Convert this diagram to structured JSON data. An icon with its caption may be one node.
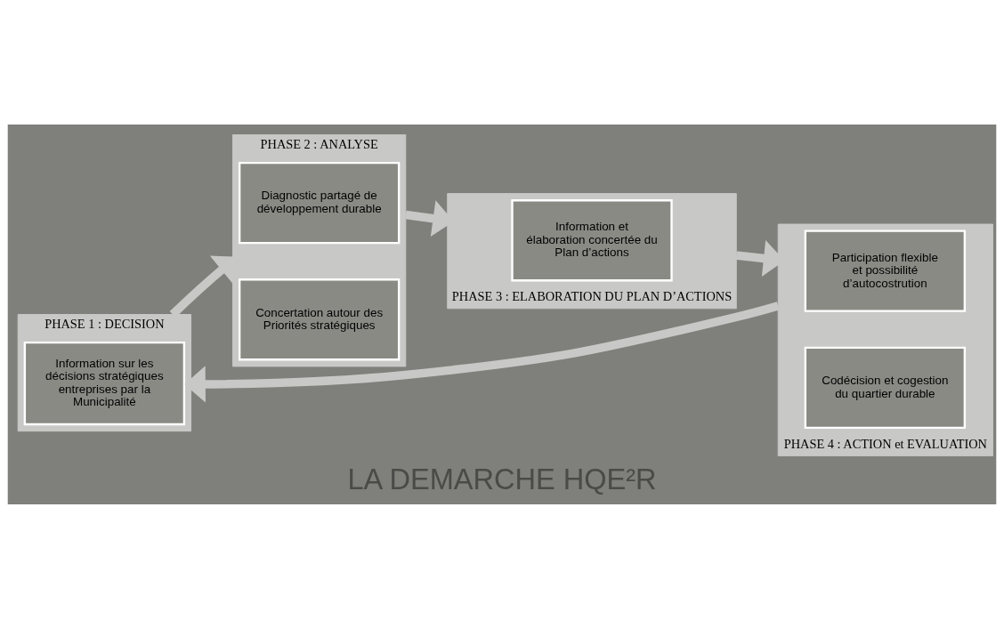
{
  "diagram": {
    "title": "LA DEMARCHE HQE²R",
    "nodes": [
      {
        "text": [
          "PHASE 1 : DECISION"
        ]
      },
      {
        "text": [
          "Information sur les décisions stratégiques entreprises par la Municipalité"
        ],
        "in": 0
      },
      {
        "text": [
          "PHASE 2 : ANALYSE"
        ]
      },
      {
        "text": [
          "Diagnostic partagé de développement durable"
        ],
        "in": 2
      },
      {
        "text": [
          "Concertation autour des Priorités stratégiques"
        ],
        "in": 2
      },
      {
        "text": [
          "PHASE 3 : ELABORATION DU PLAN D’ACTIONS"
        ]
      },
      {
        "text": [
          "Information et élaboration concertée du Plan d’actions"
        ],
        "in": 5
      },
      {
        "text": [
          "PHASE 4 : ACTION et EVALUATION"
        ]
      },
      {
        "text": [
          "Participation flexible et possibilité d’autocostrution"
        ],
        "in": 7
      },
      {
        "text": [
          "Codécision et cogestion du quartier durable"
        ],
        "in": 7
      }
    ],
    "edges": [
      {
        "from": 0,
        "to": 2,
        "arrow": "to"
      },
      {
        "from": 2,
        "to": 5,
        "arrow": "to"
      },
      {
        "from": 5,
        "to": 7,
        "arrow": "to"
      },
      {
        "from": 7,
        "to": 0,
        "arrow": "to"
      }
    ]
  }
}
